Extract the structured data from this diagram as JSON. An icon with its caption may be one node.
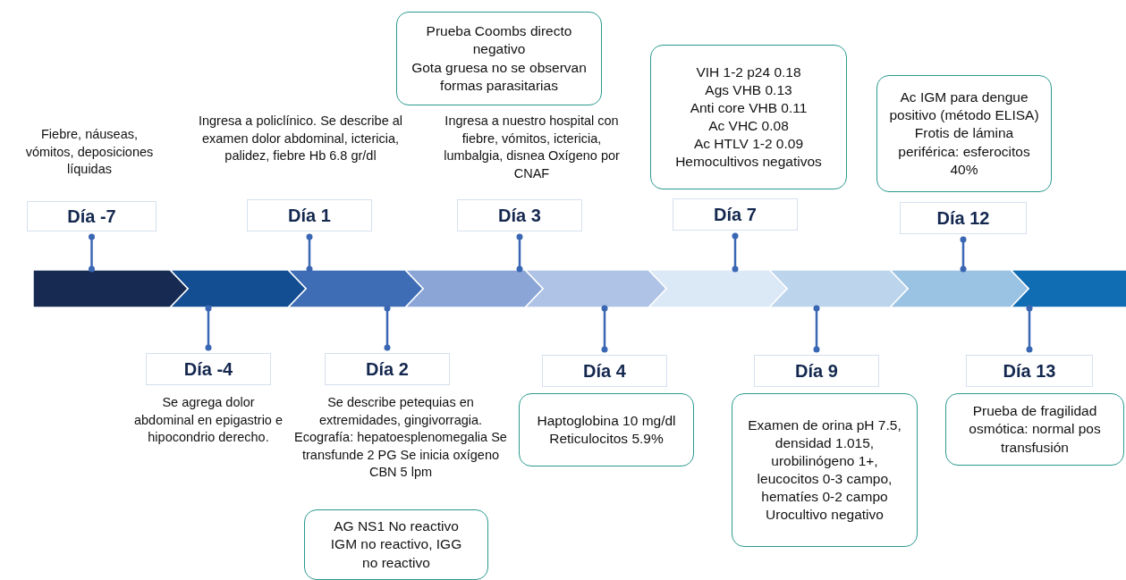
{
  "diagram": {
    "nodes": [
      {
        "text": [
          "Día -7"
        ]
      },
      {
        "text": [
          "Día -4"
        ]
      },
      {
        "text": [
          "Día 1"
        ]
      },
      {
        "text": [
          "Día 2"
        ]
      },
      {
        "text": [
          "Día 3"
        ]
      },
      {
        "text": [
          "Día 4"
        ]
      },
      {
        "text": [
          "Día 7"
        ]
      },
      {
        "text": [
          "Día 9"
        ]
      },
      {
        "text": [
          "Día 12"
        ]
      },
      {
        "text": [
          "Día 13"
        ]
      },
      {
        "text": [
          "Prueba Coombs directo negativo",
          "Gota gruesa no se observan formas parasitarias"
        ]
      },
      {
        "text": [
          "VIH 1-2 p24 0.18",
          "Ags VHB 0.13",
          "Anti core VHB 0.11",
          "Ac VHC 0.08",
          "Ac HTLV 1-2 0.09",
          "Hemocultivos negativos"
        ]
      },
      {
        "text": [
          "Ac IGM para dengue positivo (método ELISA)",
          "Frotis de lámina periférica: esferocitos 40%"
        ]
      },
      {
        "text": [
          "AG NS1 No reactivo",
          "IGM no reactivo, IGG no reactivo"
        ]
      },
      {
        "text": [
          "Haptoglobina 10 mg/dl",
          "Reticulocitos 5.9%"
        ]
      },
      {
        "text": [
          "Examen de orina pH 7.5, densidad 1.015, urobilinógeno 1+, leucocitos 0-3 campo, hematíes 0-2 campo",
          "Urocultivo negativo"
        ]
      },
      {
        "text": [
          "Prueba de fragilidad osmótica: normal pos transfusión"
        ]
      },
      {
        "text": [],
        "shape": "bar"
      }
    ],
    "edges": [
      {
        "from": 0,
        "to": 17,
        "arrow": "other"
      },
      {
        "from": 1,
        "to": 17,
        "arrow": "other"
      },
      {
        "from": 2,
        "to": 17,
        "arrow": "other"
      },
      {
        "from": 3,
        "to": 17,
        "arrow": "other"
      },
      {
        "from": 4,
        "to": 17,
        "arrow": "other"
      },
      {
        "from": 5,
        "to": 17,
        "arrow": "other"
      },
      {
        "from": 6,
        "to": 17,
        "arrow": "other"
      },
      {
        "from": 7,
        "to": 17,
        "arrow": "other"
      },
      {
        "from": 8,
        "to": 17,
        "arrow": "other"
      },
      {
        "from": 9,
        "to": 17,
        "arrow": "other"
      }
    ],
    "labels": [
      "Fiebre, náuseas, vómitos, deposiciones líquidas",
      "Ingresa a policlínico. Se describe al examen dolor abdominal, ictericia, palidez, fiebre Hb 6.8 gr/dl",
      "Ingresa a nuestro hospital con fiebre, vómitos, ictericia, lumbalgia, disnea Oxígeno por CNAF",
      "Se agrega dolor abdominal en epigastrio e hipocondrio derecho.",
      "Se describe petequias en extremidades, gingivorragia. Ecografía: hepatoesplenomegalia Se transfunde 2 PG Se inicia oxígeno CBN 5 lpm"
    ]
  }
}
